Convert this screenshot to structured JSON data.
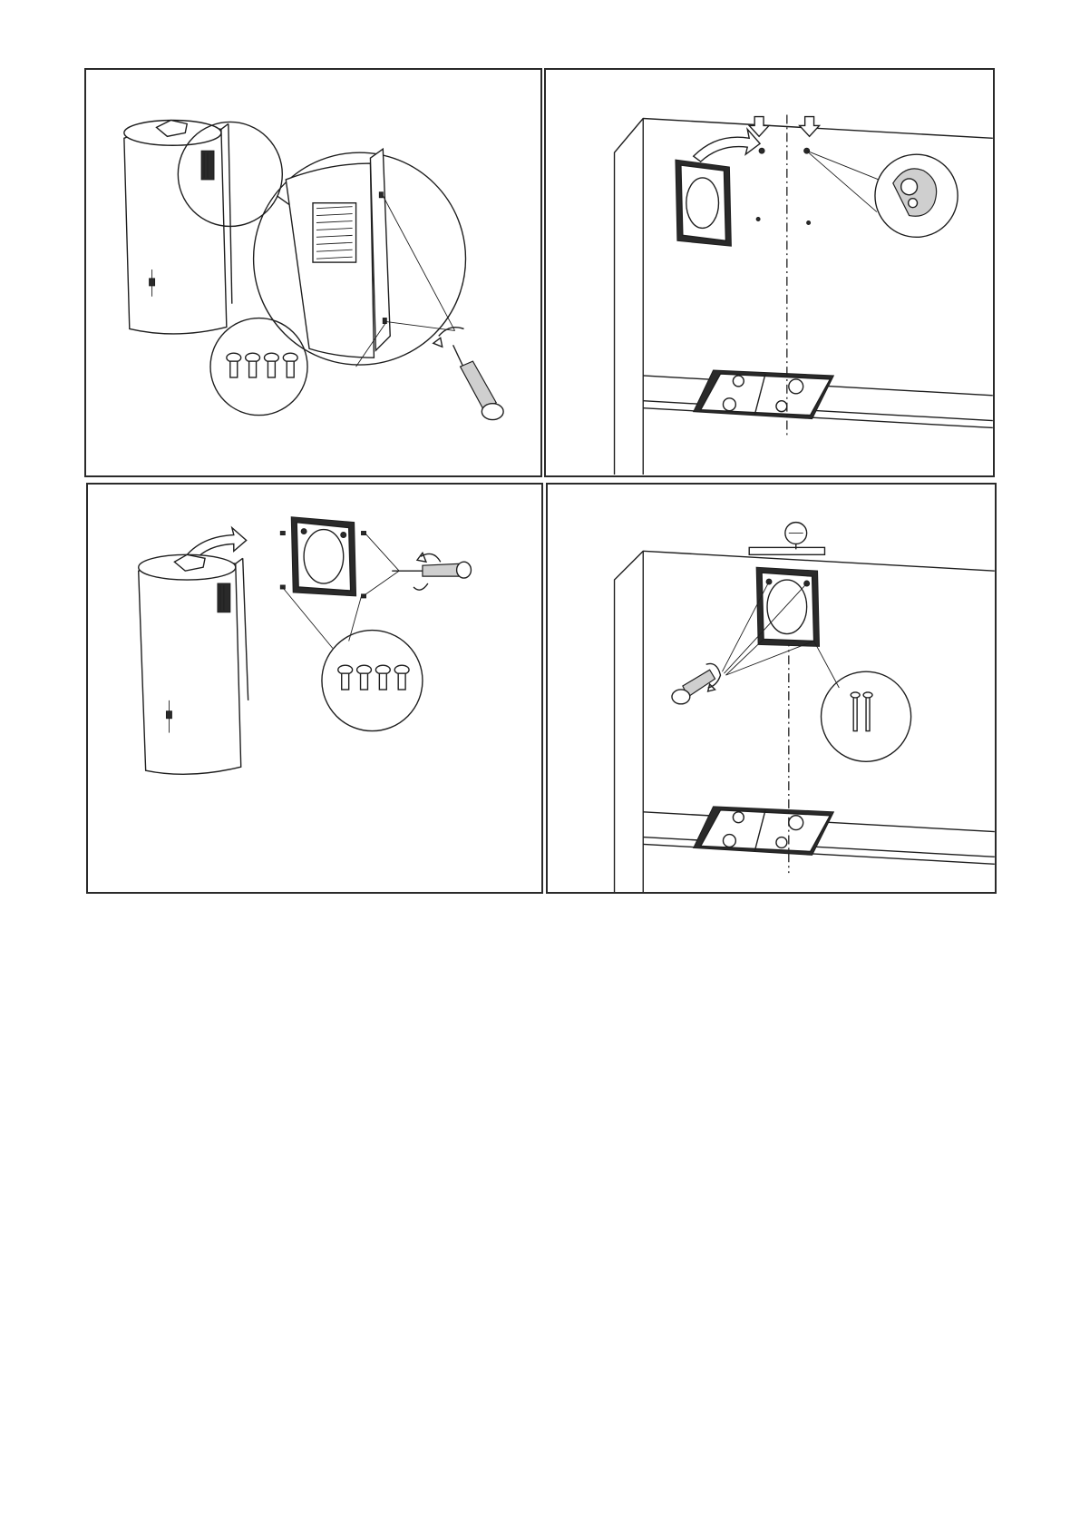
{
  "document": {
    "type": "installation-instructions-illustrations",
    "panels": [
      {
        "id": "panel-1",
        "icon": "hood-screw-removal-illustration"
      },
      {
        "id": "panel-2",
        "icon": "wall-bracket-marking-illustration"
      },
      {
        "id": "panel-3",
        "icon": "bracket-attachment-illustration"
      },
      {
        "id": "panel-4",
        "icon": "wall-mounting-illustration"
      }
    ]
  },
  "colors": {
    "ink": "#1e1e1e",
    "border": "#2a2a2a",
    "paper": "#ffffff"
  }
}
